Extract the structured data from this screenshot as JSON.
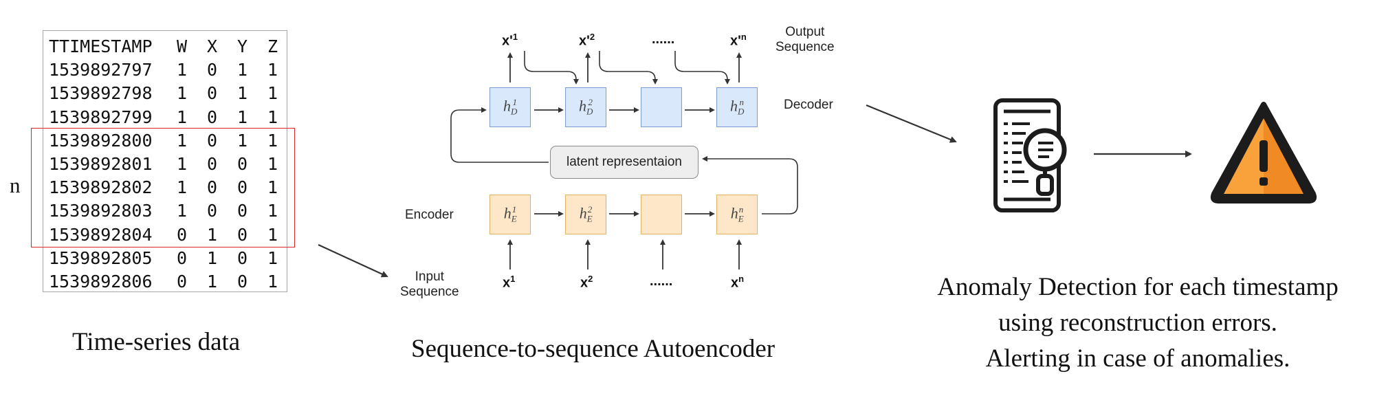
{
  "table": {
    "header": [
      "TTIMESTAMP",
      "W",
      "X",
      "Y",
      "Z"
    ],
    "rows": [
      [
        "1539892797",
        "1",
        "0",
        "1",
        "1"
      ],
      [
        "1539892798",
        "1",
        "0",
        "1",
        "1"
      ],
      [
        "1539892799",
        "1",
        "0",
        "1",
        "1"
      ],
      [
        "1539892800",
        "1",
        "0",
        "1",
        "1"
      ],
      [
        "1539892801",
        "1",
        "0",
        "0",
        "1"
      ],
      [
        "1539892802",
        "1",
        "0",
        "0",
        "1"
      ],
      [
        "1539892803",
        "1",
        "0",
        "0",
        "1"
      ],
      [
        "1539892804",
        "0",
        "1",
        "0",
        "1"
      ],
      [
        "1539892805",
        "0",
        "1",
        "0",
        "1"
      ],
      [
        "1539892806",
        "0",
        "1",
        "0",
        "1"
      ]
    ],
    "window_label": "n",
    "caption": "Time-series data"
  },
  "autoencoder": {
    "output_label": [
      "Output",
      "Sequence"
    ],
    "decoder_label": "Decoder",
    "encoder_label": "Encoder",
    "input_label": [
      "Input",
      "Sequence"
    ],
    "latent_label": "latent representaion",
    "caption": "Sequence-to-sequence Autoencoder",
    "decoder_cells": [
      {
        "base": "h",
        "sub": "D",
        "sup": "1"
      },
      {
        "base": "h",
        "sub": "D",
        "sup": "2"
      },
      {
        "base": "",
        "sub": "",
        "sup": ""
      },
      {
        "base": "h",
        "sub": "D",
        "sup": "n"
      }
    ],
    "encoder_cells": [
      {
        "base": "h",
        "sub": "E",
        "sup": "1"
      },
      {
        "base": "h",
        "sub": "E",
        "sup": "2"
      },
      {
        "base": "",
        "sub": "",
        "sup": ""
      },
      {
        "base": "h",
        "sub": "E",
        "sup": "n"
      }
    ],
    "outputs": [
      {
        "base": "x'",
        "sup": "1"
      },
      {
        "base": "x'",
        "sup": "2"
      },
      {
        "base": "......",
        "sup": ""
      },
      {
        "base": "x'",
        "sup": "n"
      }
    ],
    "inputs": [
      {
        "base": "x",
        "sup": "1"
      },
      {
        "base": "x",
        "sup": "2"
      },
      {
        "base": "......",
        "sup": ""
      },
      {
        "base": "x",
        "sup": "n"
      }
    ]
  },
  "detection": {
    "caption_lines": [
      "Anomaly Detection for each timestamp",
      "using reconstruction errors.",
      "Alerting in case of anomalies."
    ],
    "icons": [
      "log-inspection-icon",
      "warning-icon"
    ],
    "colors": {
      "warning_fill": "#f9a13a",
      "warning_shadow": "#f08a24",
      "outline": "#1c1c1c",
      "decoder_fill": "#dae8fc",
      "encoder_fill": "#fde7c8",
      "window_border": "#d9262b"
    }
  }
}
